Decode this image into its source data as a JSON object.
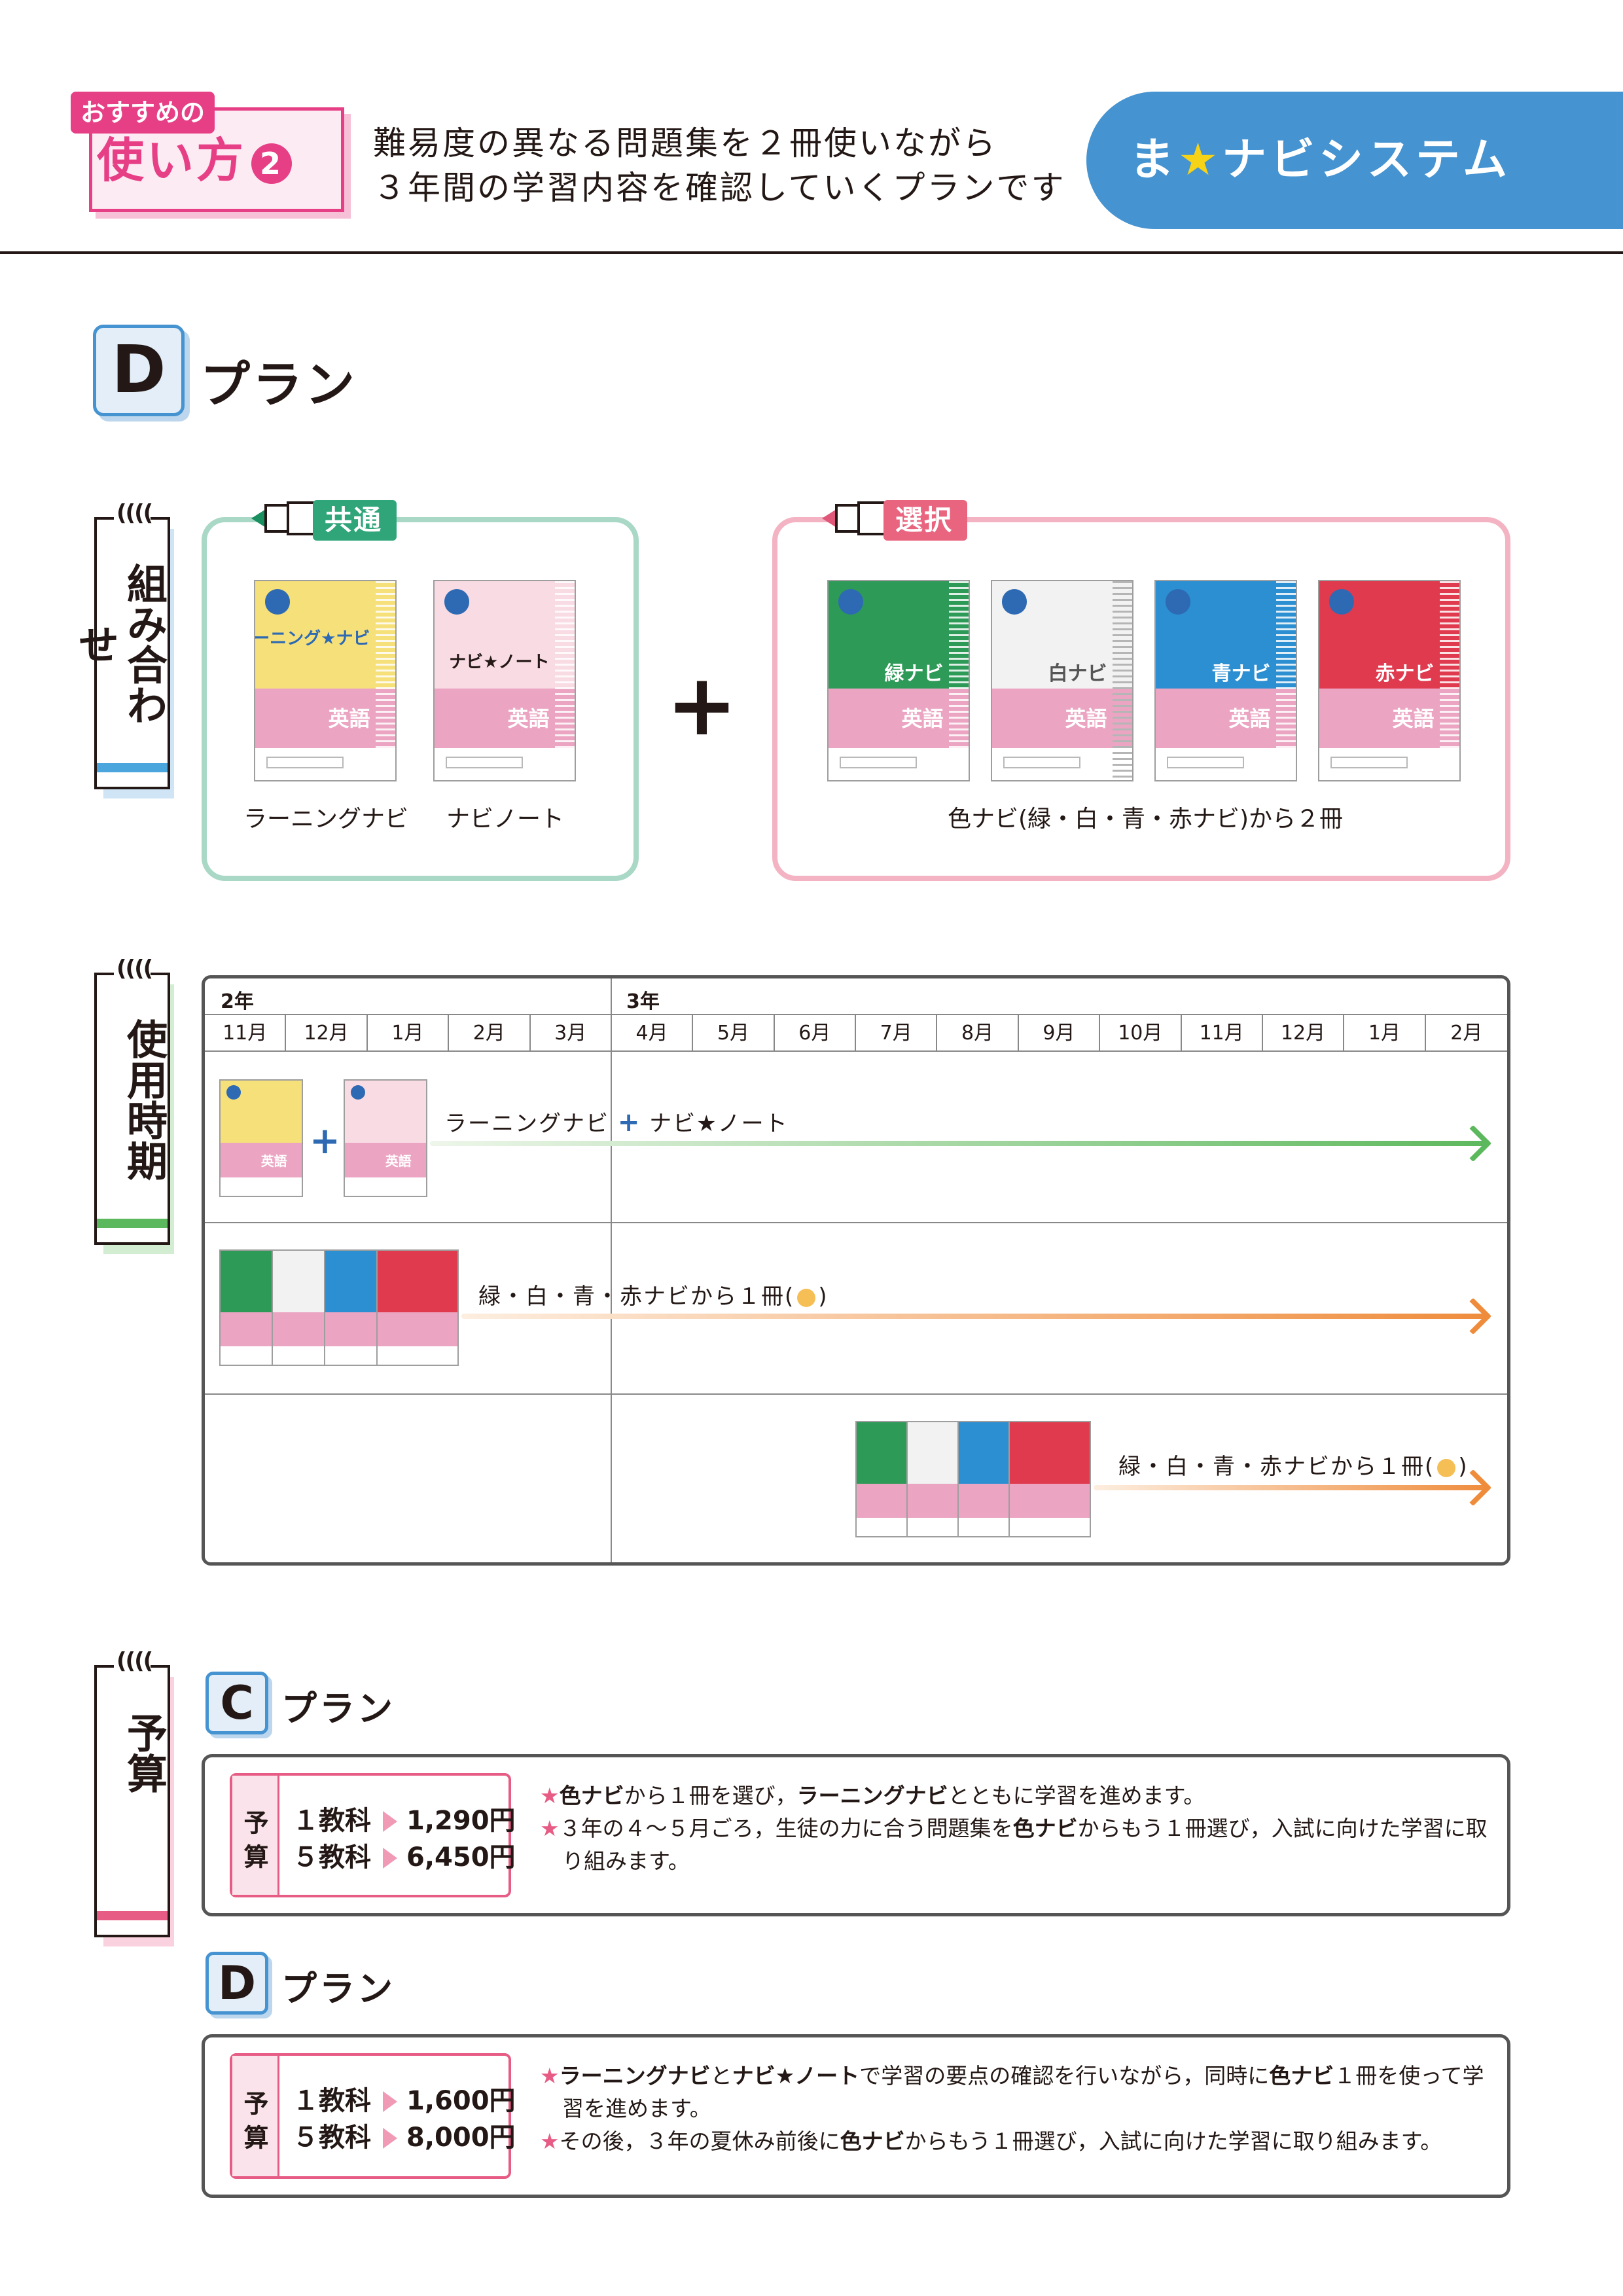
{
  "header": {
    "badge_tag": "おすすめの",
    "badge_title": "使い方",
    "badge_num": "2",
    "intro_line1": "難易度の異なる問題集を２冊使いながら",
    "intro_line2": "３年間の学習内容を確認していくプランです",
    "system_pre": "ま",
    "system_star": "★",
    "system_post": "ナビシステム"
  },
  "plan": {
    "letter": "D",
    "word": "プラン"
  },
  "side_labels": {
    "combo": "組み合わせ",
    "period": "使用時期",
    "budget": "予算",
    "ticks": "(((("
  },
  "combo": {
    "common_tab": "共通",
    "select_tab": "選択",
    "learning_caption": "ラーニングナビ",
    "note_caption": "ナビノート",
    "select_caption": "色ナビ(緑・白・青・赤ナビ)から２冊",
    "plus": "+"
  },
  "books": {
    "learning_title": "ラーニング★ナビ",
    "note_title": "ナビ★ノート",
    "green": "緑ナビ",
    "white": "白ナビ",
    "blue": "青ナビ",
    "red": "赤ナビ",
    "subject": "英語",
    "colors": {
      "green": "#2e9a58",
      "white": "#e8e8e8",
      "blue": "#2c8fd1",
      "red": "#e03a4f",
      "learning": "#f6e07a",
      "note": "#f4c9d6",
      "pink": "#eba5c2"
    }
  },
  "timeline": {
    "year2": "2年",
    "year3": "3年",
    "months": [
      "11月",
      "12月",
      "1月",
      "2月",
      "3月",
      "4月",
      "5月",
      "6月",
      "7月",
      "8月",
      "9月",
      "10月",
      "11月",
      "12月",
      "1月",
      "2月"
    ],
    "row1_a": "ラーニングナビ",
    "row1_plus": "+",
    "row1_b": "ナビ★ノート",
    "row2_text": "緑・白・青・赤ナビから１冊(",
    "row2_close": ")",
    "row3_text": "緑・白・青・赤ナビから１冊(",
    "row3_close": ")",
    "colors": {
      "green_arrow": "#5cb85c",
      "orange_arrow": "#ef8c3c"
    }
  },
  "budget": {
    "c_letter": "C",
    "d_letter": "D",
    "plan_word": "プラン",
    "key": "予算",
    "subject1": "１教科",
    "subject5": "５教科",
    "c_price1": "1,290円",
    "c_price5": "6,450円",
    "d_price1": "1,600円",
    "d_price5": "8,000円",
    "star": "★",
    "c_l1_b1": "色ナビ",
    "c_l1_t1": "から１冊を選び，",
    "c_l1_b2": "ラーニングナビ",
    "c_l1_t2": "とともに学習を進めます。",
    "c_l2_t1": "３年の４～５月ごろ，生徒の力に合う問題集を",
    "c_l2_b1": "色ナビ",
    "c_l2_t2": "からもう１冊選び，入試に向けた学習に取り組みます。",
    "d_l1_b1": "ラーニングナビ",
    "d_l1_t1": "と",
    "d_l1_b2": "ナビ★ノート",
    "d_l1_t2": "で学習の要点の確認を行いながら，同時に",
    "d_l1_b3": "色ナビ",
    "d_l1_t3": "１冊を使って学習を進めます。",
    "d_l2_t1": "その後，３年の夏休み前後に",
    "d_l2_b1": "色ナビ",
    "d_l2_t2": "からもう１冊選び，入試に向けた学習に取り組みます。"
  }
}
